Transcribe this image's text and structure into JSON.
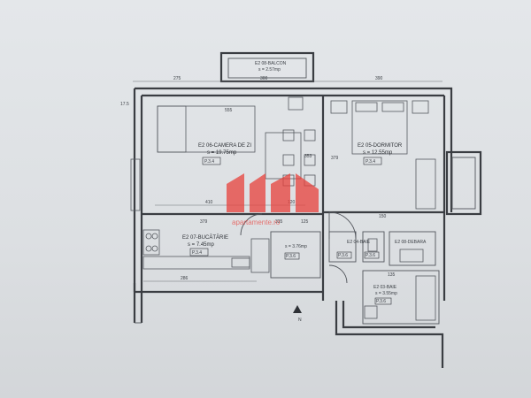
{
  "rooms": {
    "living": {
      "name": "E2 06-CAMERA DE ZI",
      "area": "s = 19.75mp",
      "code": "P.3.4"
    },
    "bedroom": {
      "name": "E2 05-DORMITOR",
      "area": "s = 12.55mp",
      "code": "P.3.4"
    },
    "kitchen": {
      "name": "E2 07-BUCĂTĂRIE",
      "area": "s = 7.45mp",
      "code": "P.3.4"
    },
    "balcony_top": {
      "name": "E2 08-BALCON",
      "area": "s = 2.57mp"
    },
    "hall": {
      "area": "s = 3.76mp",
      "code": "P.3.6"
    },
    "bath": {
      "name": "E2 03-BAIE",
      "area": "s = 3.55mp",
      "code": "P.3.6"
    },
    "wc": {
      "name": "E2 04-BAIE",
      "code": "P.3.6"
    },
    "storage": {
      "name": "E2 08-DEBARA"
    },
    "entry": {
      "code": "P.3.6"
    }
  },
  "dimensions": {
    "top_left": "275",
    "top_mid": "300",
    "top_right": "390",
    "left_side": "17.5",
    "sofa": "555",
    "living_w": "410",
    "living_b": "120",
    "living_h": "353",
    "bedroom_h": "379",
    "hall_w": "150",
    "kitchen_w": "379",
    "kitchen_b": "286",
    "bath_w": "135",
    "small_a": "335",
    "small_b": "125"
  },
  "north_label": "N",
  "watermark": "apartamente.ro",
  "colors": {
    "watermark": "#e8413b",
    "ink": "#3a3d42",
    "paper": "#e2e5e8"
  }
}
